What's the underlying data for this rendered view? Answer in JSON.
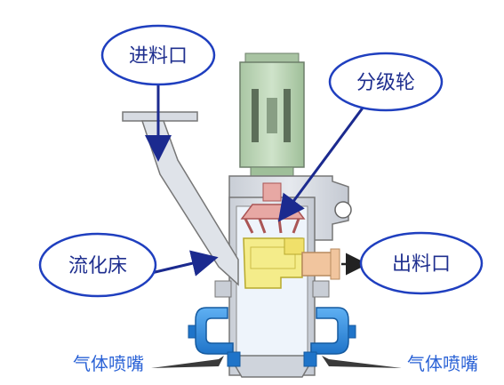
{
  "labels": {
    "feed_inlet": "进料口",
    "classifier_wheel": "分级轮",
    "fluidized_bed": "流化床",
    "outlet": "出料口",
    "nozzle_left": "气体喷嘴",
    "nozzle_right": "气体喷嘴"
  },
  "colors": {
    "callout_border": "#1f3fbf",
    "callout_text": "#1f2f8f",
    "nozzle_text": "#2a62d6",
    "motor": "#b9d3b4",
    "body_fill": "#d7dbe2",
    "chamber_fill": "#eef4fb",
    "pipe_blue": "#2f8de0",
    "classifier_red": "#e7a8a4",
    "yellow_part": "#f4ec8a",
    "outlet_pipe": "#f1c59e"
  },
  "icons": {
    "motor": "motor-icon",
    "outlet_arrow": "arrow-right-icon"
  }
}
